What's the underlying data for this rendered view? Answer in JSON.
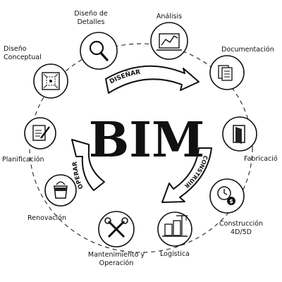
{
  "center_title": "BIM",
  "arrows": {
    "disenar": "DISEÑAR",
    "construir": "CONSTRUIR",
    "operar": "OPERAR"
  },
  "stages": {
    "diseno_detalles": "Diseño de Detalles",
    "analisis": "Análisis",
    "documentacion": "Documentación",
    "fabricacion": "Fabricació",
    "construccion": "Construcción 4D/5D",
    "logistica": "Logística",
    "mantenimiento": "Mantenimiento y Operación",
    "renovacion": "Renovación",
    "planificacion": "Planificación",
    "diseno_conceptual": "Diseño Conceptual"
  },
  "icons": {
    "diseno_detalles": "magnifier-icon",
    "analisis": "analysis-chart-icon",
    "documentacion": "documents-icon",
    "fabricacion": "door-icon",
    "construccion": "clock-dollar-icon",
    "logistica": "buildings-crane-icon",
    "mantenimiento": "tools-icon",
    "renovacion": "paint-bucket-icon",
    "planificacion": "clipboard-pencil-icon",
    "diseno_conceptual": "blueprint-icon"
  }
}
